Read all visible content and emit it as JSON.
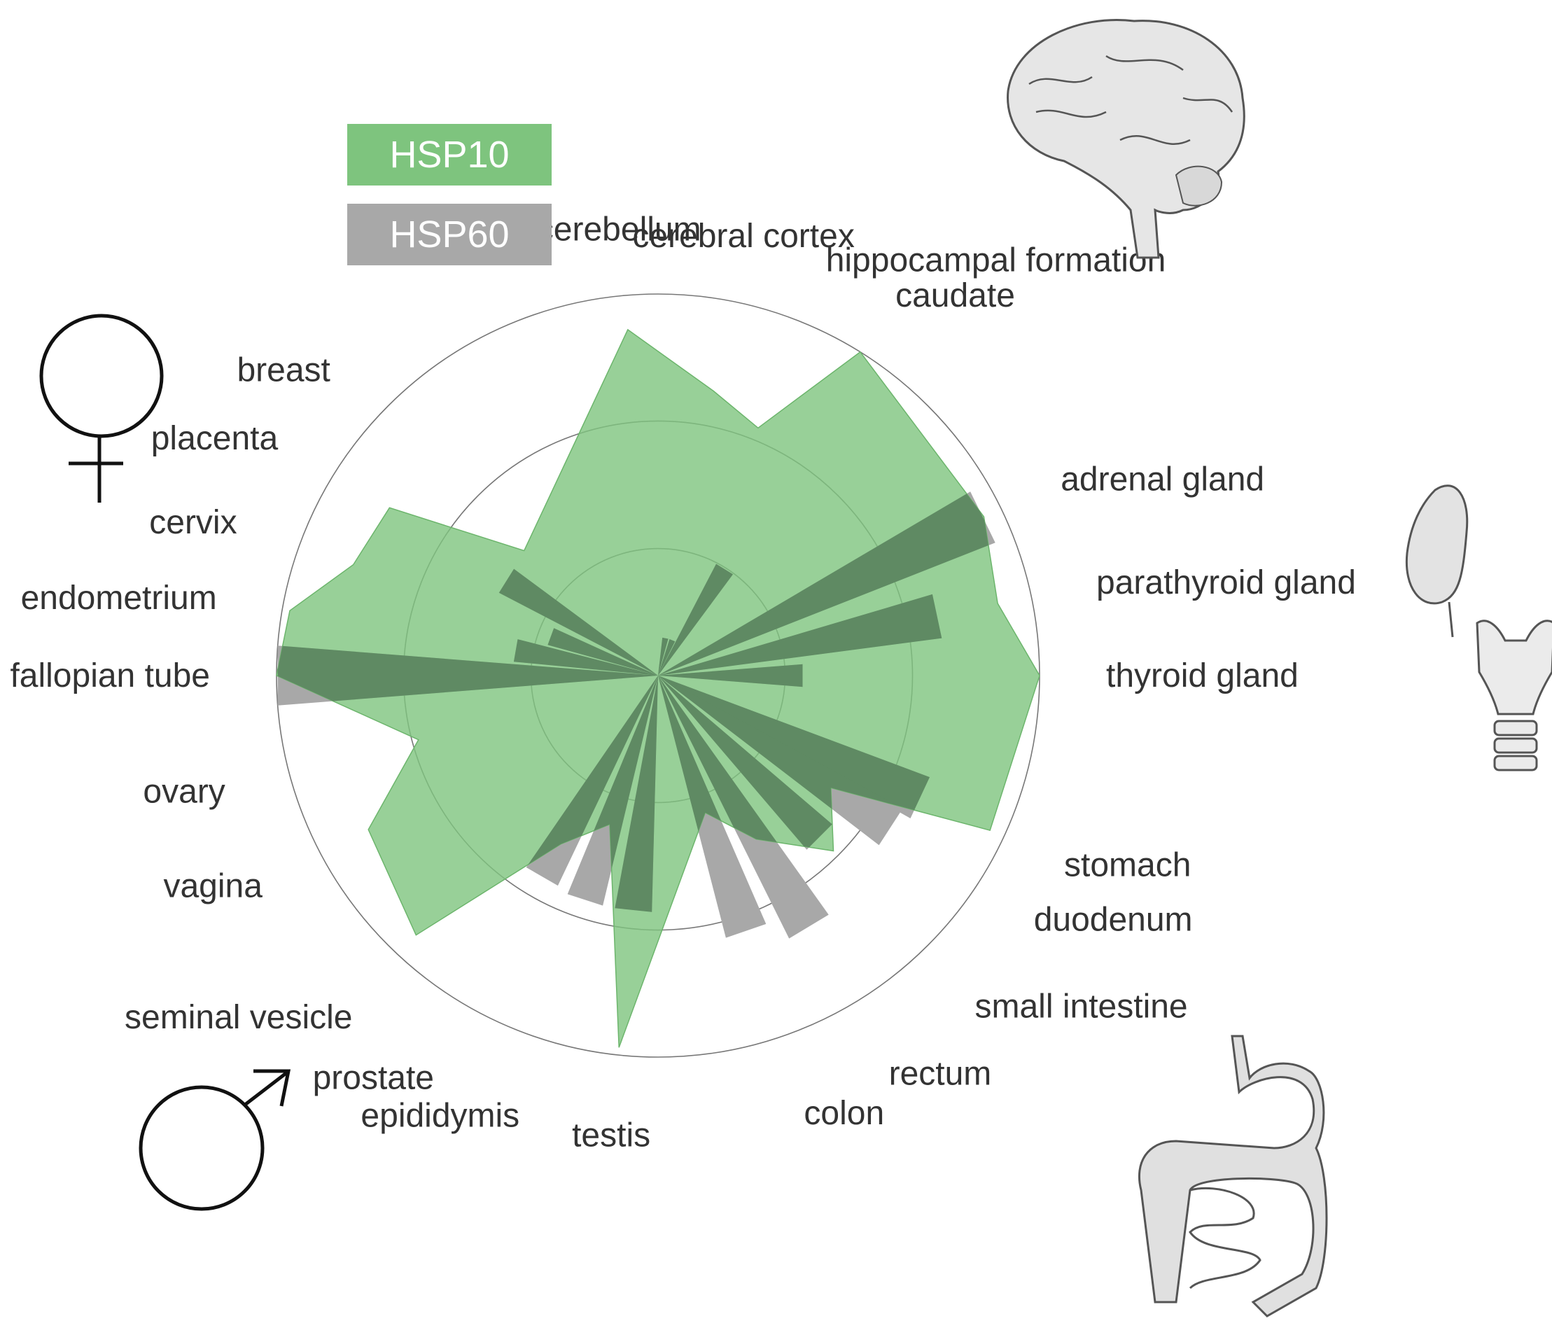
{
  "chart_data": {
    "type": "radar",
    "rmax": 100,
    "grid_rings": [
      33.3,
      66.7,
      100
    ],
    "legend": {
      "placement": "top-left"
    },
    "categories": [
      "cerebellum",
      "cerebral cortex",
      "hippocampal formation",
      "caudate",
      "adrenal gland",
      "parathyroid gland",
      "thyroid gland",
      "stomach",
      "duodenum",
      "small intestine",
      "rectum",
      "colon",
      "testis",
      "epididymis",
      "prostate",
      "seminal vesicle",
      "vagina",
      "ovary",
      "fallopian tube",
      "endometrium",
      "cervix",
      "placenta",
      "breast"
    ],
    "angles_deg": [
      -95,
      -79,
      -68,
      -58,
      -26,
      -12,
      0,
      25,
      33,
      45,
      59,
      71,
      96,
      108,
      120,
      133,
      152,
      165,
      180,
      190,
      200,
      212,
      223
    ],
    "series": [
      {
        "name": "HSP10",
        "color": "#7ec47e",
        "values": [
          91,
          76,
          70,
          100,
          95,
          91,
          100,
          96,
          54,
          65,
          50,
          38,
          98,
          41,
          51,
          93,
          86,
          65,
          100,
          98,
          85,
          83,
          48
        ]
      },
      {
        "name": "HSP60",
        "color": "#5f5f5f",
        "values": [
          0,
          10,
          10,
          33,
          95,
          75,
          38,
          76,
          73,
          60,
          77,
          71,
          62,
          62,
          61,
          0,
          0,
          0,
          100,
          38,
          30,
          47,
          0
        ]
      }
    ]
  },
  "icons": [
    "brain-icon",
    "female-symbol-icon",
    "male-symbol-icon",
    "kidney-icon",
    "thyroid-icon",
    "digestive-system-icon"
  ],
  "colors": {
    "hsp10": "#7ec47e",
    "hsp60_overlap": "#5f8a63",
    "hsp60_only": "#a8a8a8",
    "grid": "#777777",
    "text": "#333333"
  }
}
